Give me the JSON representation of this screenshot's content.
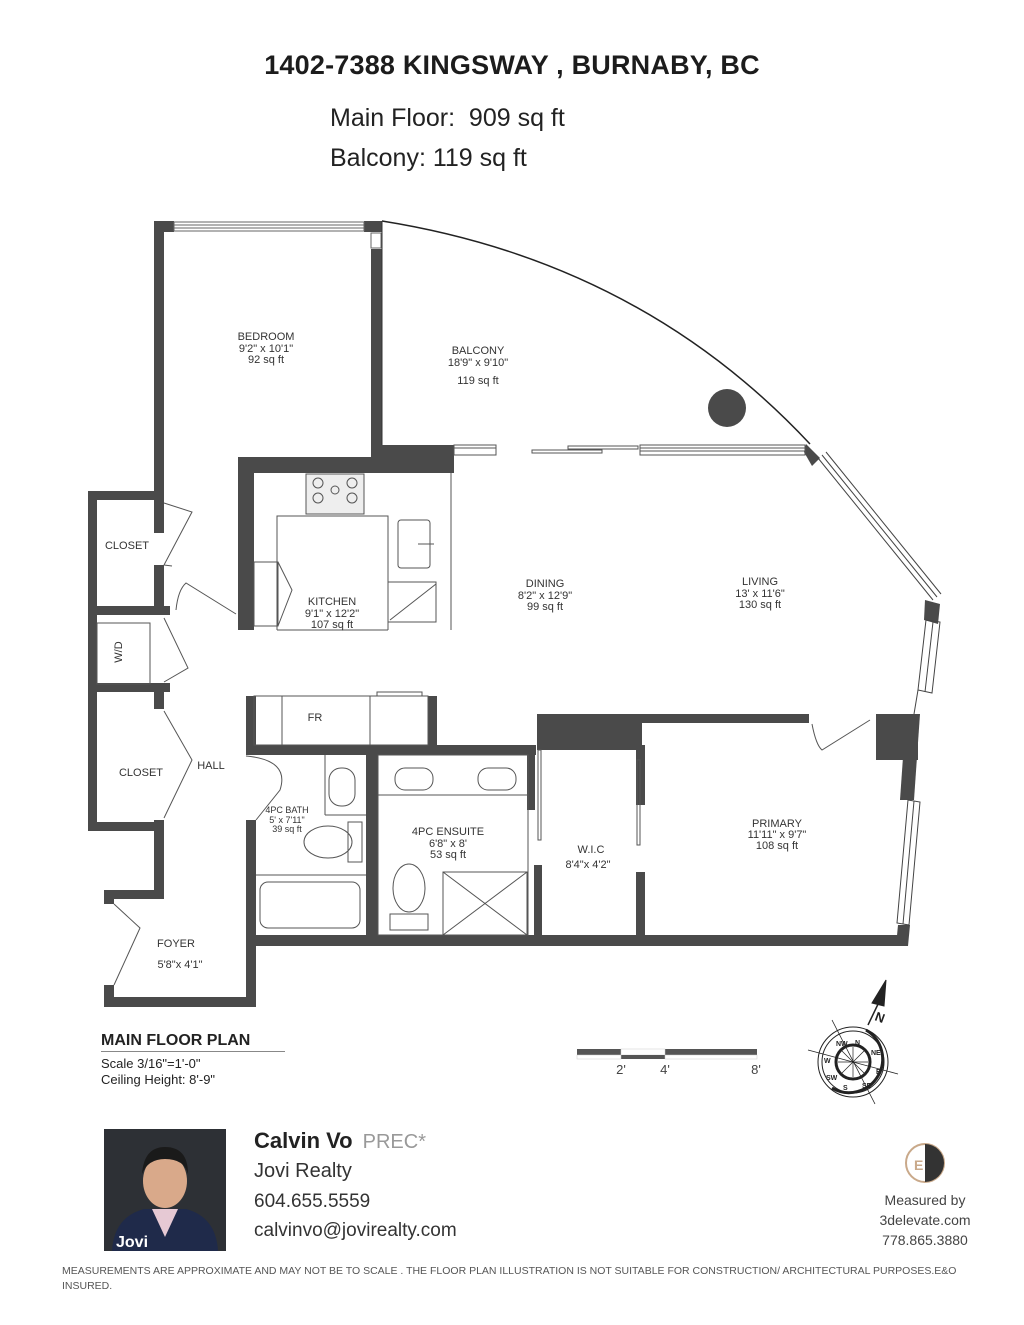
{
  "header": {
    "address": "1402-7388 KINGSWAY , BURNABY, BC",
    "main_floor": "Main Floor:  909 sq ft",
    "balcony": "Balcony: 119 sq ft"
  },
  "rooms": {
    "bedroom": {
      "name": "BEDROOM",
      "dims": "9'2\" x 10'1\"",
      "area": "92 sq ft"
    },
    "balcony": {
      "name": "BALCONY",
      "dims": "18'9\" x 9'10\"",
      "area": "119 sq ft"
    },
    "kitchen": {
      "name": "KITCHEN",
      "dims": "9'1\" x 12'2\"",
      "area": "107 sq ft"
    },
    "dining": {
      "name": "DINING",
      "dims": "8'2\" x 12'9\"",
      "area": "99 sq ft"
    },
    "living": {
      "name": "LIVING",
      "dims": "13' x 11'6\"",
      "area": "130 sq ft"
    },
    "closet1": {
      "name": "CLOSET"
    },
    "wd": {
      "name": "W/D"
    },
    "closet2": {
      "name": "CLOSET"
    },
    "hall": {
      "name": "HALL"
    },
    "fridge": {
      "name": "FR"
    },
    "bath": {
      "name": "4PC BATH",
      "dims": "5' x 7'11\"",
      "area": "39 sq ft"
    },
    "ensuite": {
      "name": "4PC ENSUITE",
      "dims": "6'8\" x 8'",
      "area": "53 sq ft"
    },
    "wic": {
      "name": "W.I.C",
      "dims": "8'4\"x 4'2\""
    },
    "primary": {
      "name": "PRIMARY",
      "dims": "11'11\" x 9'7\"",
      "area": "108 sq ft"
    },
    "foyer": {
      "name": "FOYER",
      "dims": "5'8\"x 4'1\""
    }
  },
  "plan_info": {
    "title": "MAIN FLOOR PLAN",
    "scale": "Scale 3/16\"=1'-0\"",
    "ceiling": "Ceiling Height: 8'-9\""
  },
  "scale_bar": {
    "labels": [
      "2'",
      "4'",
      "8'"
    ]
  },
  "compass": {
    "north": "N",
    "labels": [
      "N",
      "NE",
      "E",
      "SE",
      "S",
      "SW",
      "W",
      "NW"
    ]
  },
  "agent": {
    "name": "Calvin Vo",
    "title": "PREC*",
    "company": "Jovi Realty",
    "phone": "604.655.5559",
    "email": "calvinvo@jovirealty.com",
    "photo_badge": "Jovi"
  },
  "measured_by": {
    "line1": "Measured by",
    "line2": "3delevate.com",
    "line3": "778.865.3880"
  },
  "disclaimer": "MEASUREMENTS  ARE APPROXIMATE AND MAY NOT BE TO SCALE . THE FLOOR PLAN ILLUSTRATION IS NOT SUITABLE FOR CONSTRUCTION/ ARCHITECTURAL PURPOSES.E&O INSURED.",
  "colors": {
    "wall": "#4a4a4a",
    "line": "#555555",
    "text": "#222222"
  }
}
